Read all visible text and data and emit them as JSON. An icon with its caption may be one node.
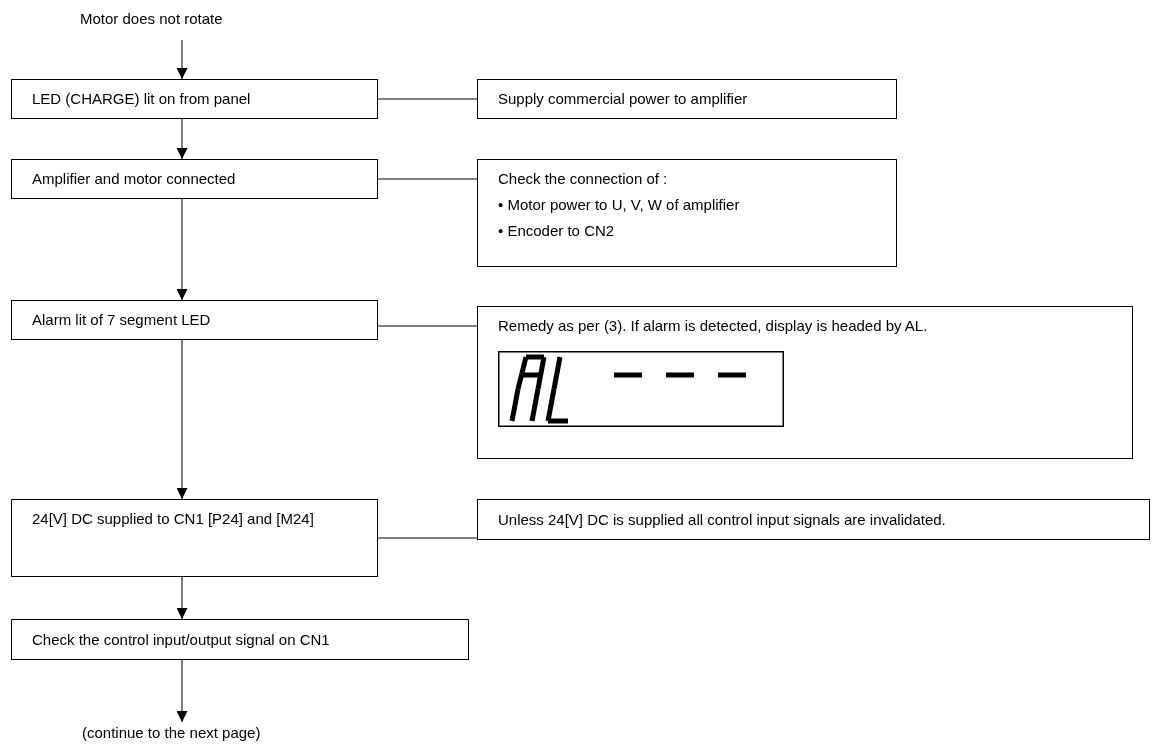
{
  "diagram": {
    "nodes": [
      {
        "text": [
          "Motor does not rotate"
        ]
      },
      {
        "text": [
          "LED (CHARGE) lit on from panel"
        ]
      },
      {
        "text": [
          "Supply commercial power to amplifier"
        ]
      },
      {
        "text": [
          "Amplifier and motor connected"
        ]
      },
      {
        "text": [
          "Check the connection of :",
          "• Motor power to U, V, W of amplifier",
          "• Encoder to CN2"
        ]
      },
      {
        "text": [
          "Alarm lit of 7 segment LED"
        ]
      },
      {
        "text": [
          "Remedy as per (3). If alarm is detected, display is headed by AL."
        ]
      },
      {
        "text": [
          "24[V] DC supplied to CN1 [P24] and [M24]"
        ]
      },
      {
        "text": [
          "Unless 24[V] DC is supplied all control input signals are invalidated."
        ]
      },
      {
        "text": [
          "Check the control input/output signal on CN1"
        ]
      },
      {
        "text": [
          "(continue to the next page)"
        ]
      }
    ],
    "edges": [
      {
        "from": 0,
        "to": 1,
        "arrow": "to"
      },
      {
        "from": 1,
        "to": 2,
        "arrow": "none"
      },
      {
        "from": 1,
        "to": 3,
        "arrow": "to"
      },
      {
        "from": 3,
        "to": 4,
        "arrow": "none"
      },
      {
        "from": 3,
        "to": 5,
        "arrow": "to"
      },
      {
        "from": 5,
        "to": 6,
        "arrow": "none"
      },
      {
        "from": 5,
        "to": 7,
        "arrow": "to"
      },
      {
        "from": 7,
        "to": 8,
        "arrow": "none"
      },
      {
        "from": 7,
        "to": 9,
        "arrow": "to"
      },
      {
        "from": 9,
        "to": 10,
        "arrow": "to"
      }
    ]
  }
}
